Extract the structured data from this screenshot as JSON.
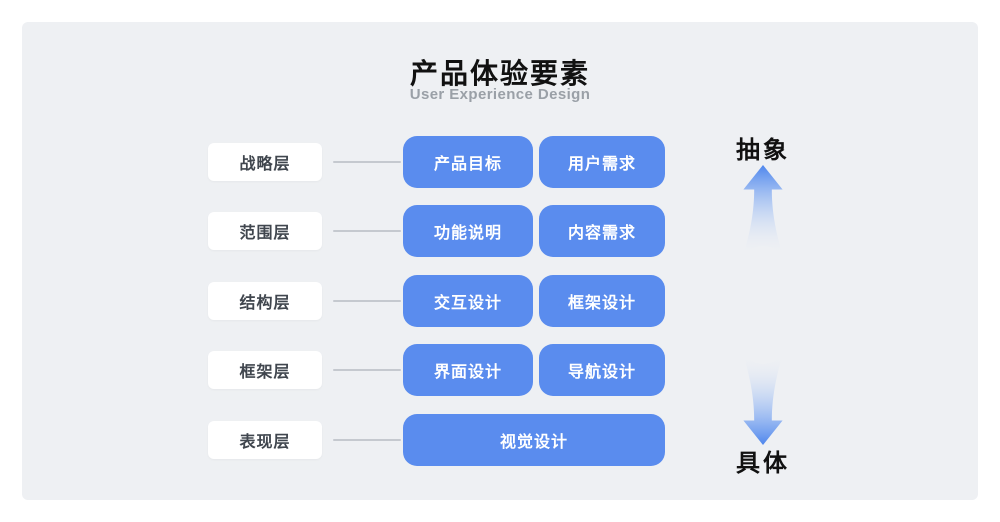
{
  "title": "产品体验要素",
  "subtitle": "User Experience Design",
  "colors": {
    "panel-bg": "#eef0f3",
    "accent-blue": "#5a8cee",
    "title-black": "#111111",
    "label-text": "#40464e",
    "subtitle-gray": "#9aa0a7",
    "connector-gray": "#c5c9cf"
  },
  "axis": {
    "top_label": "抽象",
    "bottom_label": "具体"
  },
  "diagram": {
    "rows": [
      {
        "layer": "战略层",
        "items": [
          "产品目标",
          "用户需求"
        ]
      },
      {
        "layer": "范围层",
        "items": [
          "功能说明",
          "内容需求"
        ]
      },
      {
        "layer": "结构层",
        "items": [
          "交互设计",
          "框架设计"
        ]
      },
      {
        "layer": "框架层",
        "items": [
          "界面设计",
          "导航设计"
        ]
      },
      {
        "layer": "表现层",
        "items": [
          "视觉设计"
        ]
      }
    ]
  }
}
